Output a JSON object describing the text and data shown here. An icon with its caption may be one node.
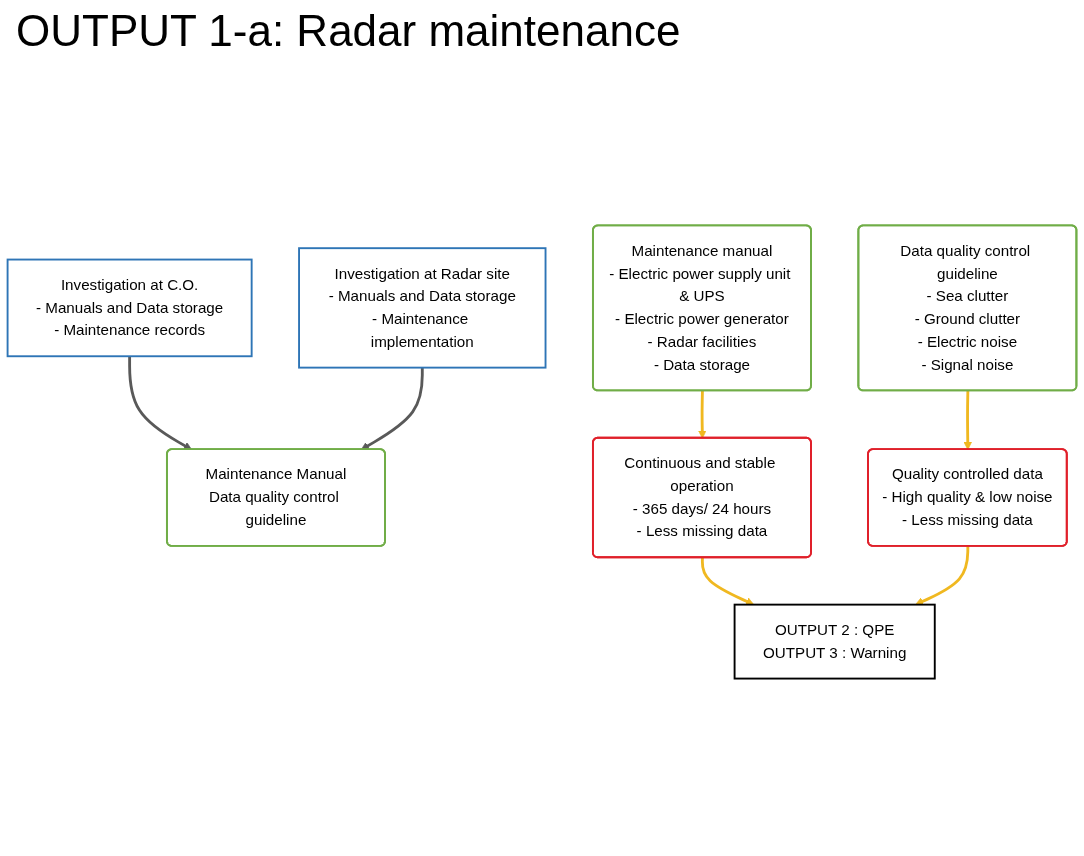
{
  "diagram": {
    "title": "OUTPUT 1-a: Radar maintenance",
    "nodes": [
      {
        "text": [
          "Investigation at C.O.",
          "- Manuals and Data storage",
          "- Maintenance records"
        ]
      },
      {
        "text": [
          "Investigation at Radar site",
          "- Manuals and Data storage",
          "- Maintenance implementation"
        ]
      },
      {
        "text": [
          "Maintenance Manual",
          "Data quality control guideline"
        ]
      },
      {
        "text": [
          "Maintenance manual",
          "- Electric power supply unit & UPS",
          "- Electric power generator",
          "- Radar facilities",
          "- Data storage"
        ]
      },
      {
        "text": [
          "Data quality control guideline",
          "- Sea clutter",
          "- Ground clutter",
          "- Electric noise",
          "- Signal noise"
        ]
      },
      {
        "text": [
          "Continuous and stable operation",
          "- 365 days/ 24 hours",
          "- Less missing data"
        ]
      },
      {
        "text": [
          "Quality controlled data",
          "- High quality & low noise",
          "- Less missing data"
        ]
      },
      {
        "text": [
          "OUTPUT 2 : QPE",
          "OUTPUT 3 : Warning"
        ]
      }
    ],
    "edges": [
      {
        "from": 0,
        "to": 2,
        "arrow": "to",
        "color": "#595959"
      },
      {
        "from": 1,
        "to": 2,
        "arrow": "to",
        "color": "#595959"
      },
      {
        "from": 3,
        "to": 5,
        "arrow": "to"
      },
      {
        "from": 4,
        "to": 6,
        "arrow": "to"
      },
      {
        "from": 5,
        "to": 7,
        "arrow": "to"
      },
      {
        "from": 6,
        "to": 7,
        "arrow": "to"
      }
    ]
  }
}
